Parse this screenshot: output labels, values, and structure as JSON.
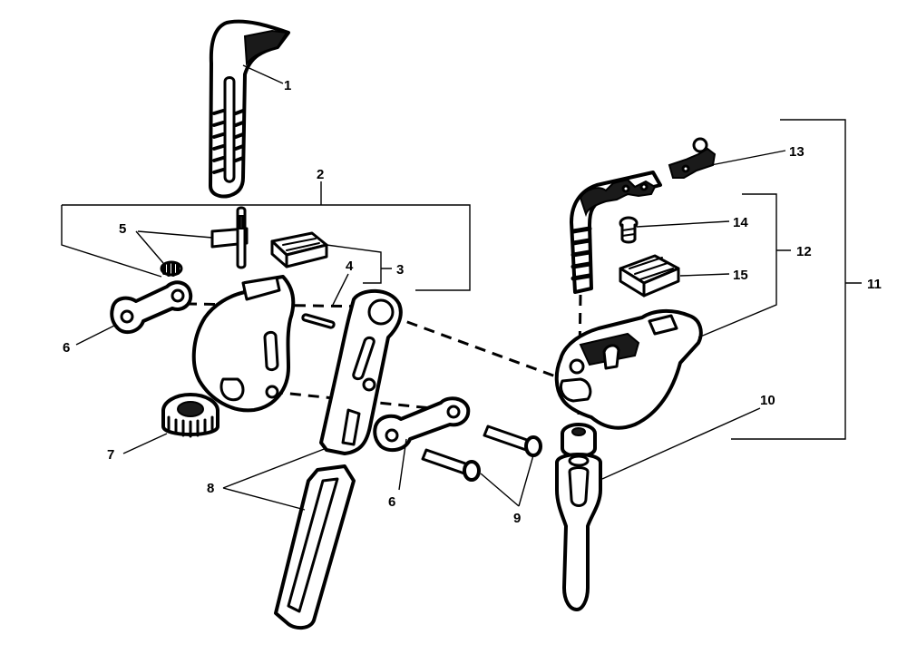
{
  "diagram": {
    "callouts": [
      {
        "id": "1",
        "label": "1"
      },
      {
        "id": "2",
        "label": "2"
      },
      {
        "id": "3",
        "label": "3"
      },
      {
        "id": "4",
        "label": "4"
      },
      {
        "id": "5",
        "label": "5"
      },
      {
        "id": "6a",
        "label": "6"
      },
      {
        "id": "6b",
        "label": "6"
      },
      {
        "id": "7",
        "label": "7"
      },
      {
        "id": "8",
        "label": "8"
      },
      {
        "id": "9",
        "label": "9"
      },
      {
        "id": "10",
        "label": "10"
      },
      {
        "id": "11",
        "label": "11"
      },
      {
        "id": "12",
        "label": "12"
      },
      {
        "id": "13",
        "label": "13"
      },
      {
        "id": "14",
        "label": "14"
      },
      {
        "id": "15",
        "label": "15"
      }
    ],
    "colors": {
      "line": "#000000",
      "background": "#ffffff",
      "shading": "#1a1a1a"
    }
  }
}
